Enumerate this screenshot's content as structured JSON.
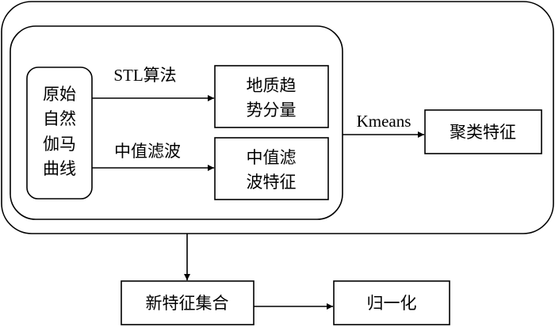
{
  "nodes": {
    "raw_gamma": {
      "lines": [
        "原始",
        "自然",
        "伽马",
        "曲线"
      ]
    },
    "geo_trend": {
      "lines": [
        "地质趋",
        "势分量"
      ]
    },
    "median_feature": {
      "lines": [
        "中值滤",
        "波特征"
      ]
    },
    "cluster_feature": {
      "lines": [
        "聚类特征"
      ]
    },
    "new_feature_set": {
      "lines": [
        "新特征集合"
      ]
    },
    "normalize": {
      "lines": [
        "归一化"
      ]
    }
  },
  "edges": {
    "stl": {
      "label": "STL算法"
    },
    "median_filter": {
      "label": "中值滤波"
    },
    "kmeans": {
      "label": "Kmeans"
    }
  }
}
